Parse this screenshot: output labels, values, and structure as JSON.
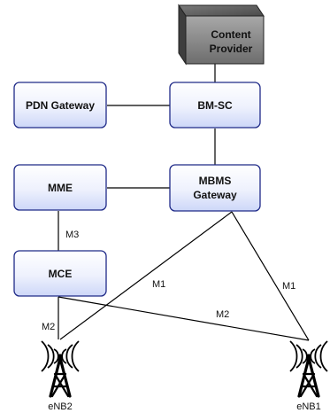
{
  "nodes": {
    "content_provider": {
      "line1": "Content",
      "line2": "Provider"
    },
    "pdn_gateway": {
      "label": "PDN Gateway"
    },
    "bm_sc": {
      "label": "BM-SC"
    },
    "mme": {
      "label": "MME"
    },
    "mbms_gateway": {
      "line1": "MBMS",
      "line2": "Gateway"
    },
    "mce": {
      "label": "MCE"
    }
  },
  "edge_labels": {
    "m3": "M3",
    "m1_left": "M1",
    "m1_right": "M1",
    "m2_left": "M2",
    "m2_right": "M2"
  },
  "sites": {
    "enb2": {
      "label": "eNB2"
    },
    "enb1": {
      "label": "eNB1"
    }
  },
  "colors": {
    "box_fill_top": "#ffffff",
    "box_fill_bottom": "#d6defa",
    "box_border": "#1f2a88",
    "server_front": "#8a8a8a",
    "server_top": "#5c5c5c",
    "server_side": "#3e3e3e",
    "line": "#000000"
  },
  "icons": {
    "content_provider": "server-cube-icon",
    "enb": "antenna-tower-icon"
  }
}
